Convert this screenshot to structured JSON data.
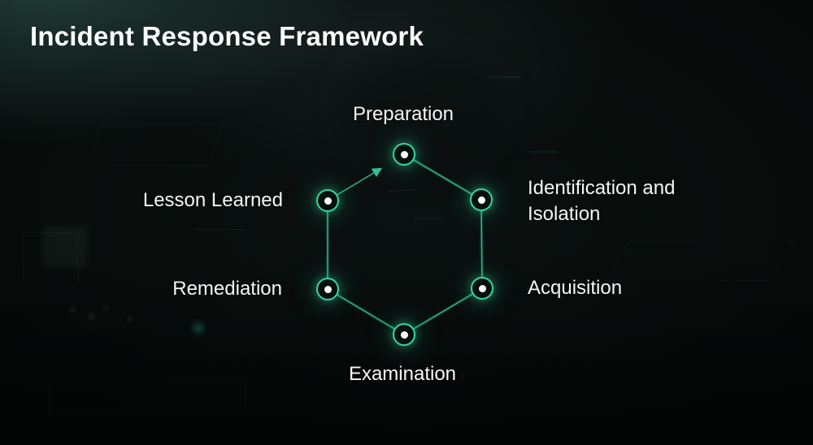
{
  "header": {
    "title": "Incident Response Framework"
  },
  "diagram": {
    "type": "cycle",
    "shape": "hexagon",
    "nodes": [
      {
        "id": "preparation",
        "label": "Preparation",
        "position": "top"
      },
      {
        "id": "identification-and-isolation",
        "label": "Identification and Isolation",
        "position": "upper-right"
      },
      {
        "id": "acquisition",
        "label": "Acquisition",
        "position": "lower-right"
      },
      {
        "id": "examination",
        "label": "Examination",
        "position": "bottom"
      },
      {
        "id": "remediation",
        "label": "Remediation",
        "position": "lower-left"
      },
      {
        "id": "lesson-learned",
        "label": "Lesson Learned",
        "position": "upper-left"
      }
    ],
    "arrow": {
      "from": "Lesson Learned",
      "to": "Preparation"
    },
    "colors": {
      "accent_line": "#2dbd93",
      "node_ring": "#38d3a5",
      "node_center": "#ffffff",
      "node_fill": "#04100c",
      "label_text": "#f5f7f6",
      "background": "#070b0a"
    }
  }
}
